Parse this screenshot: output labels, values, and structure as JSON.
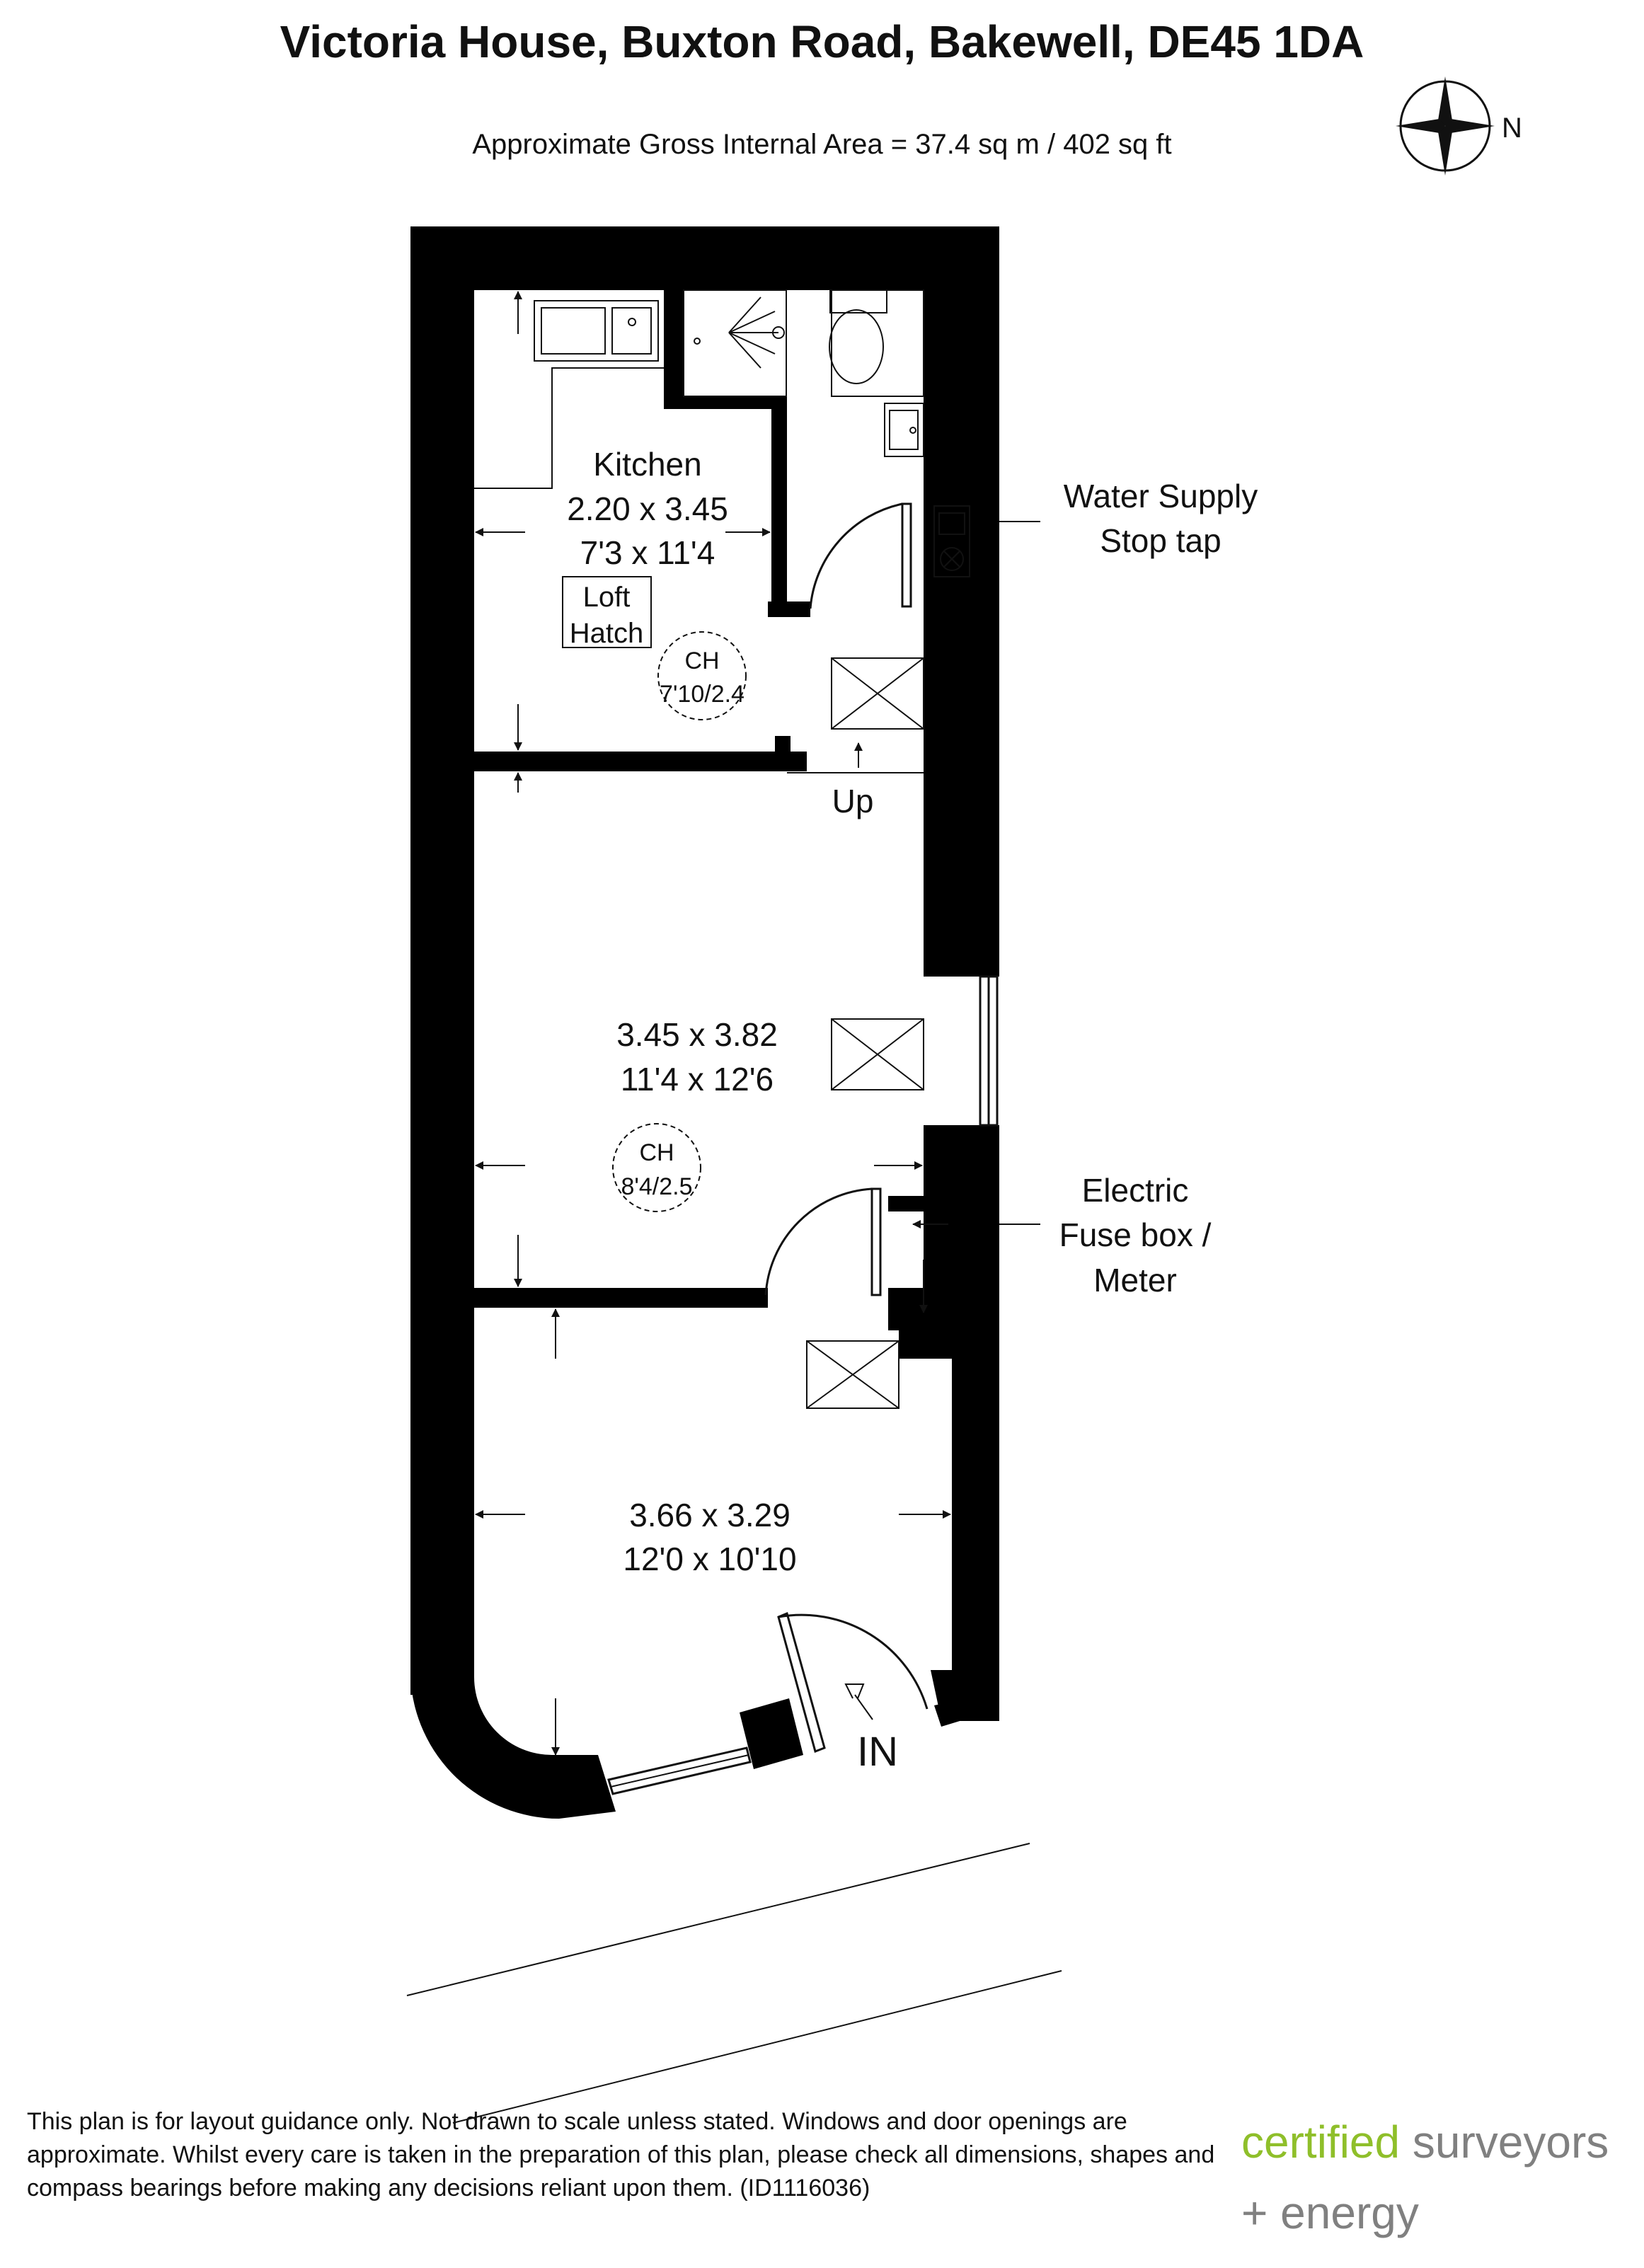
{
  "header": {
    "title": "Victoria House, Buxton Road, Bakewell, DE45 1DA",
    "area": "Approximate Gross Internal Area = 37.4 sq m / 402 sq ft"
  },
  "compass": {
    "label": "N"
  },
  "rooms": {
    "kitchen": {
      "name": "Kitchen",
      "metric": "2.20 x 3.45",
      "imperial": "7'3 x 11'4"
    },
    "middle": {
      "metric": "3.45 x 3.82",
      "imperial": "11'4 x 12'6"
    },
    "front": {
      "metric": "3.66 x 3.29",
      "imperial": "12'0 x 10'10"
    }
  },
  "ceiling_heights": {
    "kitchen": {
      "label": "CH",
      "value": "7'10/2.4"
    },
    "middle": {
      "label": "CH",
      "value": "8'4/2.5"
    }
  },
  "fixtures": {
    "loft_hatch": [
      "Loft",
      "Hatch"
    ],
    "stairs": "Up",
    "entrance": "IN"
  },
  "annotations": {
    "water": [
      "Water Supply",
      "Stop tap"
    ],
    "electric": [
      "Electric",
      "Fuse box /",
      "Meter"
    ]
  },
  "footer": {
    "disclaimer": "This plan is for layout guidance only. Not drawn to scale unless stated. Windows and door openings are approximate. Whilst every care is taken in the preparation of this plan, please check all dimensions, shapes and compass bearings before making any decisions reliant upon them. (ID1116036)",
    "brand_word1": "certified",
    "brand_word2": " surveyors",
    "brand_line2": "+ energy"
  },
  "colors": {
    "wall": "#000000",
    "brand_green": "#8fbf2a",
    "brand_grey": "#808080"
  }
}
